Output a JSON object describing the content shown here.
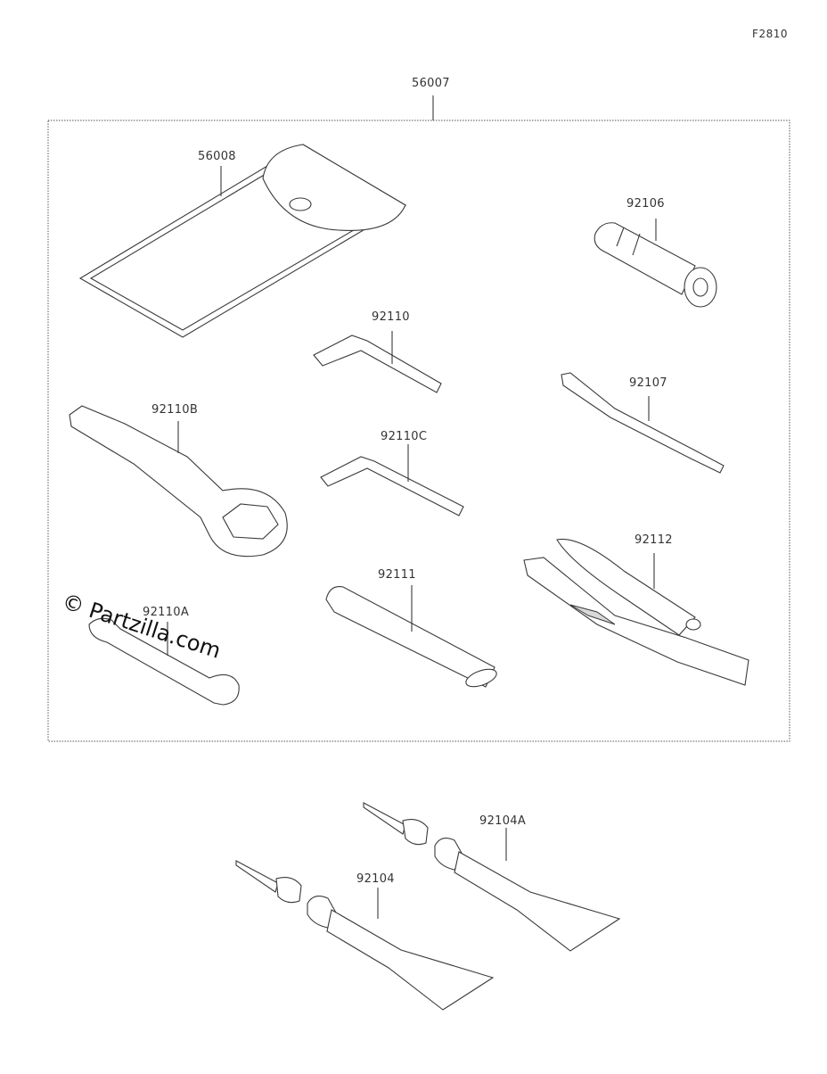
{
  "figure_code": "F2810",
  "watermark": "© Partzilla.com",
  "kit": {
    "part_number": "56007"
  },
  "parts": [
    {
      "id": "pouch",
      "number": "56008"
    },
    {
      "id": "plug",
      "number": "92106"
    },
    {
      "id": "allen-large",
      "number": "92110"
    },
    {
      "id": "screwdriver",
      "number": "92107"
    },
    {
      "id": "ring-wrench",
      "number": "92110B"
    },
    {
      "id": "allen-small",
      "number": "92110C"
    },
    {
      "id": "pliers",
      "number": "92112"
    },
    {
      "id": "handle-pipe",
      "number": "92111"
    },
    {
      "id": "open-wrench",
      "number": "92110A"
    },
    {
      "id": "grease-tube-a",
      "number": "92104A"
    },
    {
      "id": "grease-tube",
      "number": "92104"
    }
  ]
}
